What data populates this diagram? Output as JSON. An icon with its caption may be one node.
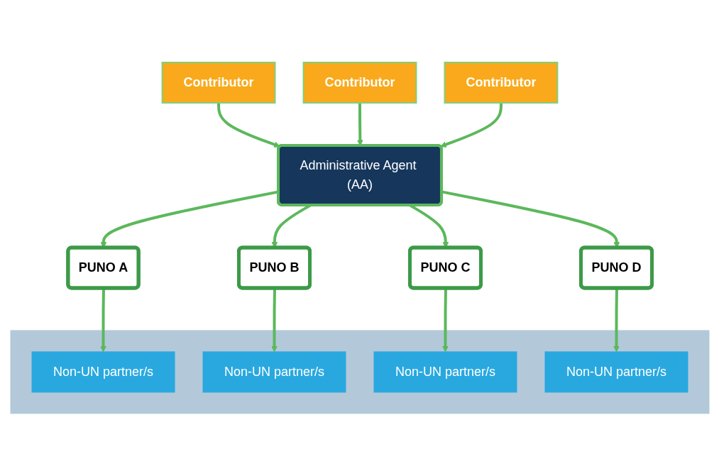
{
  "diagram": {
    "nodes": [
      {
        "text": [
          "Contributor"
        ]
      },
      {
        "text": [
          "Contributor"
        ]
      },
      {
        "text": [
          "Contributor"
        ]
      },
      {
        "text": [
          "Administrative Agent (AA)"
        ]
      },
      {
        "text": [
          "PUNO A"
        ]
      },
      {
        "text": [
          "PUNO B"
        ]
      },
      {
        "text": [
          "PUNO C"
        ]
      },
      {
        "text": [
          "PUNO D"
        ]
      },
      {
        "text": [],
        "shape": "band"
      },
      {
        "text": [
          "Non-UN partner/s"
        ],
        "in": 8
      },
      {
        "text": [
          "Non-UN partner/s"
        ],
        "in": 8
      },
      {
        "text": [
          "Non-UN partner/s"
        ],
        "in": 8
      },
      {
        "text": [
          "Non-UN partner/s"
        ],
        "in": 8
      }
    ],
    "edges": [
      {
        "from": 0,
        "to": 3,
        "arrow": "to"
      },
      {
        "from": 1,
        "to": 3,
        "arrow": "to"
      },
      {
        "from": 2,
        "to": 3,
        "arrow": "to"
      },
      {
        "from": 3,
        "to": 4,
        "arrow": "to"
      },
      {
        "from": 3,
        "to": 5,
        "arrow": "to"
      },
      {
        "from": 3,
        "to": 6,
        "arrow": "to"
      },
      {
        "from": 3,
        "to": 7,
        "arrow": "to"
      },
      {
        "from": 4,
        "to": 9,
        "arrow": "to"
      },
      {
        "from": 5,
        "to": 10,
        "arrow": "to"
      },
      {
        "from": 6,
        "to": 11,
        "arrow": "to"
      },
      {
        "from": 7,
        "to": 12,
        "arrow": "to"
      }
    ]
  }
}
